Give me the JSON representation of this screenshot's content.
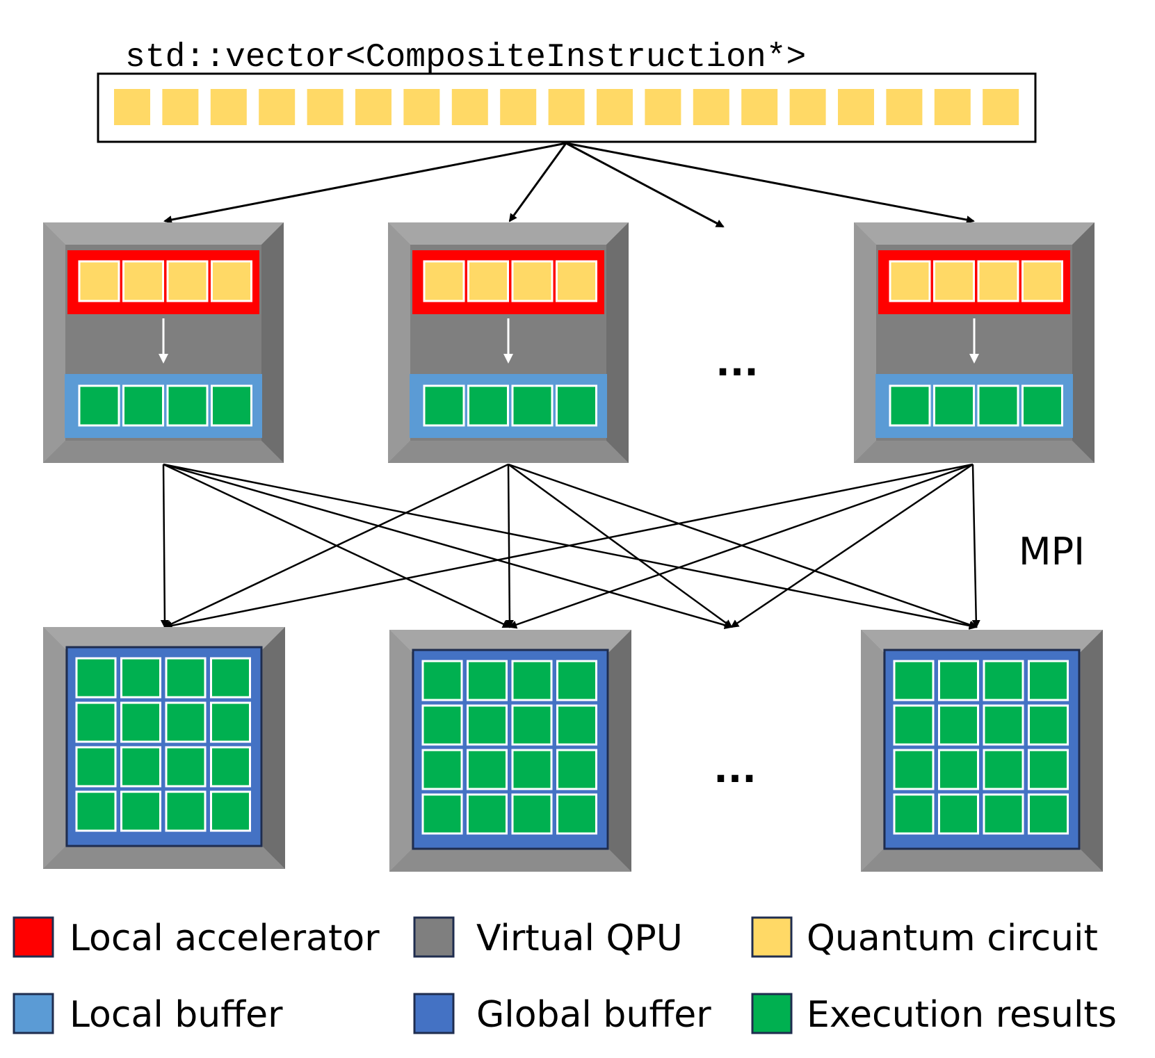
{
  "title": "std::vector<CompositeInstruction*>",
  "mpi_label": "MPI",
  "ellipsis": "...",
  "colors": {
    "local_accelerator": "#ff0000",
    "virtual_qpu": "#7f7f7f",
    "quantum_circuit": "#ffd966",
    "local_buffer": "#5b9bd5",
    "global_buffer": "#4472c4",
    "execution_results": "#00b050"
  },
  "legend": [
    {
      "key": "local_accelerator",
      "label": "Local accelerator"
    },
    {
      "key": "virtual_qpu",
      "label": "Virtual QPU"
    },
    {
      "key": "quantum_circuit",
      "label": "Quantum circuit"
    },
    {
      "key": "local_buffer",
      "label": "Local buffer"
    },
    {
      "key": "global_buffer",
      "label": "Global buffer"
    },
    {
      "key": "execution_results",
      "label": "Execution results"
    }
  ],
  "vector_item_count": 19,
  "qpu_circuit_count": 4,
  "qpu_result_count": 4,
  "global_grid_size": 4
}
